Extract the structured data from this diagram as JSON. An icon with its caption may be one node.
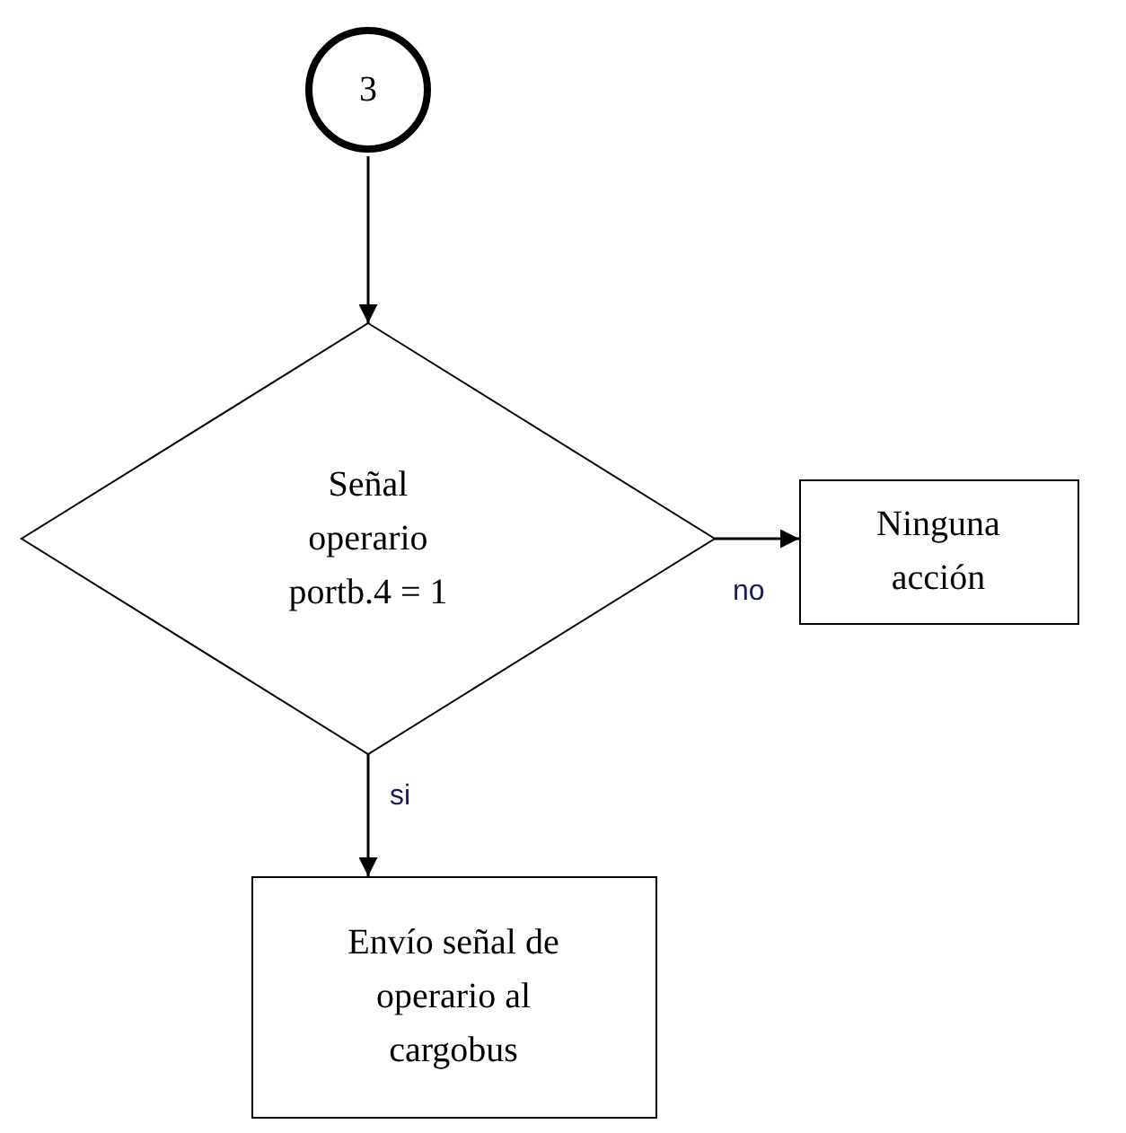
{
  "diagram": {
    "nodes": [
      {
        "text": [
          "3"
        ]
      },
      {
        "text": [
          "Señal operario portb.4 = 1"
        ]
      },
      {
        "text": [
          "Ninguna acción"
        ]
      },
      {
        "text": [
          "Envío señal de operario al cargobus"
        ]
      }
    ],
    "edges": [
      {
        "from": 0,
        "to": 1,
        "arrow": "to"
      },
      {
        "from": 1,
        "to": 2,
        "arrow": "to",
        "label": "no"
      },
      {
        "from": 1,
        "to": 3,
        "arrow": "to",
        "label": "si"
      }
    ]
  }
}
